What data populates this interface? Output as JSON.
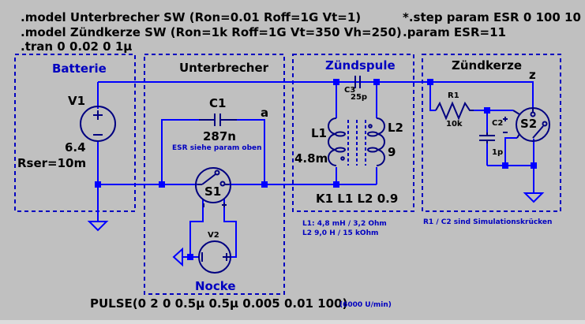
{
  "directives": {
    "model1": ".model Unterbrecher SW (Ron=0.01 Roff=1G Vt=1)",
    "model2": ".model Zündkerze SW (Ron=1k Roff=1G Vt=350 Vh=250)",
    "tran": ".tran 0 0.02 0 1µ",
    "step": "*.step param ESR 0 100 10",
    "param": ".param ESR=11"
  },
  "blocks": {
    "batterie": "Batterie",
    "unterbrecher": "Unterbrecher",
    "zuendspule": "Zündspule",
    "zuendkerze": "Zündkerze",
    "nocke": "Nocke"
  },
  "components": {
    "v1": {
      "name": "V1",
      "value": "6.4",
      "rser": "Rser=10m"
    },
    "c1": {
      "name": "C1",
      "value": "287n",
      "note": "ESR siehe param oben"
    },
    "s1": {
      "name": "S1"
    },
    "v2": {
      "name": "V2",
      "pulse": "PULSE(0 2 0 0.5µ 0.5µ 0.005 0.01 100)",
      "rpm_note": "(6000 U/min)"
    },
    "c3": {
      "name": "C3",
      "value": "25p"
    },
    "l1": {
      "name": "L1",
      "value": "4.8m"
    },
    "l2": {
      "name": "L2",
      "value": "9"
    },
    "k1": {
      "statement": "K1 L1 L2 0.9"
    },
    "r1": {
      "name": "R1",
      "value": "10k"
    },
    "c2": {
      "name": "C2",
      "value": "1p"
    },
    "s2": {
      "name": "S2"
    }
  },
  "net_labels": {
    "a": "a",
    "z": "z"
  },
  "notes": {
    "coil_l1": "L1: 4,8 mH / 3,2 Ohm",
    "coil_l2": "L2 9,0 H / 15 kOhm",
    "sim_note": "R1 / C2 sind Simulationskrücken"
  },
  "colors": {
    "wire": "#0000ff",
    "symbol": "#000080",
    "text": "#000000",
    "comment": "#0000c0",
    "background": "#c0c0c0"
  }
}
